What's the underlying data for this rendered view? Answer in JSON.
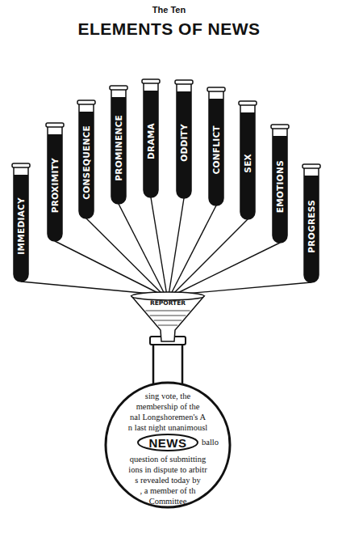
{
  "diagram": {
    "title": "ELEMENTS OF NEWS",
    "nodes": [
      {
        "text": [
          "IMMEDIACY"
        ]
      },
      {
        "text": [
          "PROXIMITY"
        ]
      },
      {
        "text": [
          "CONSEQUENCE"
        ]
      },
      {
        "text": [
          "PROMINENCE"
        ]
      },
      {
        "text": [
          "DRAMA"
        ]
      },
      {
        "text": [
          "ODDITY"
        ]
      },
      {
        "text": [
          "CONFLICT"
        ]
      },
      {
        "text": [
          "SEX"
        ]
      },
      {
        "text": [
          "EMOTIONS"
        ]
      },
      {
        "text": [
          "PROGRESS"
        ]
      },
      {
        "text": [
          "REPORTER"
        ]
      },
      {
        "text": [
          "sing vote, the",
          "membership of the",
          "nal Longshoremen's A",
          "n last night unanimousl",
          "ballo",
          "question of submitting",
          "ions in dispute to arbitr",
          "s revealed today by",
          ", a member of th",
          "Committee"
        ]
      },
      {
        "text": [
          "NEWS"
        ],
        "in": 11
      }
    ],
    "edges": [
      {
        "from": 0,
        "to": 10,
        "arrow": "none"
      },
      {
        "from": 1,
        "to": 10,
        "arrow": "none"
      },
      {
        "from": 2,
        "to": 10,
        "arrow": "none"
      },
      {
        "from": 3,
        "to": 10,
        "arrow": "none"
      },
      {
        "from": 4,
        "to": 10,
        "arrow": "none"
      },
      {
        "from": 5,
        "to": 10,
        "arrow": "none"
      },
      {
        "from": 6,
        "to": 10,
        "arrow": "none"
      },
      {
        "from": 7,
        "to": 10,
        "arrow": "none"
      },
      {
        "from": 8,
        "to": 10,
        "arrow": "none"
      },
      {
        "from": 9,
        "to": 10,
        "arrow": "none"
      }
    ],
    "labels": [
      "The Ten"
    ]
  }
}
